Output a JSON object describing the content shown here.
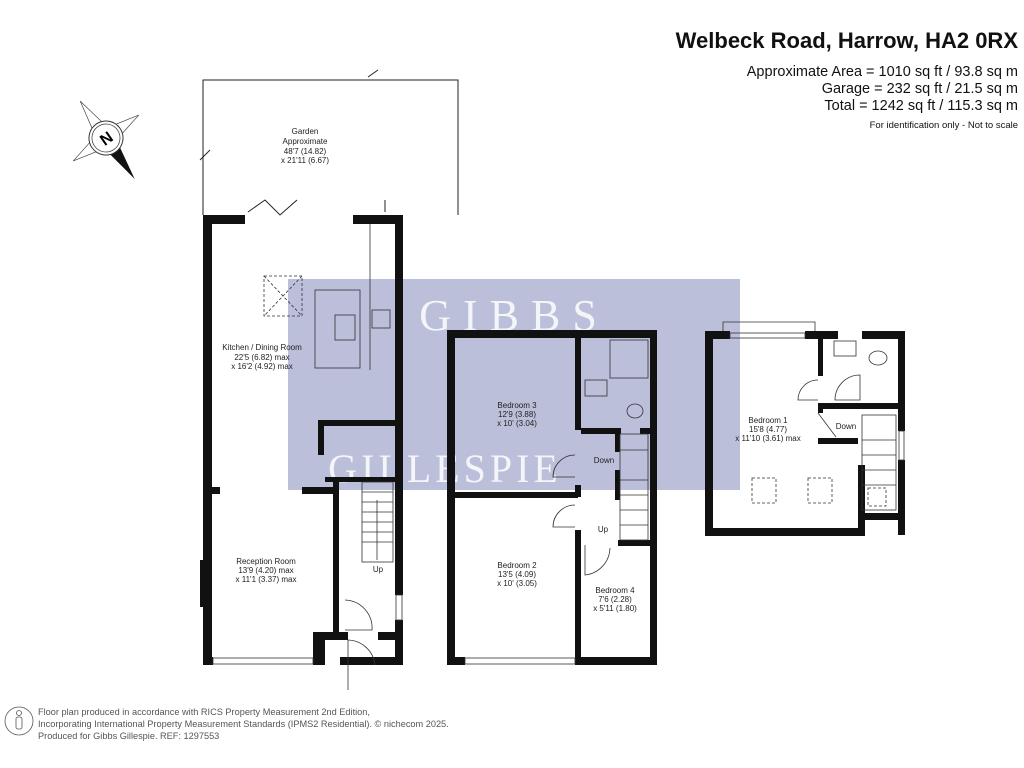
{
  "header": {
    "title": "Welbeck Road, Harrow, HA2 0RX",
    "area_main": "Approximate Area = 1010 sq ft / 93.8 sq m",
    "area_garage": "Garage = 232 sq ft / 21.5 sq m",
    "area_total": "Total = 1242 sq ft / 115.3 sq m",
    "note": "For identification only - Not to scale"
  },
  "compass": {
    "label": "N"
  },
  "watermark": {
    "line1": "GIBBS",
    "line2": "GILLESPIE",
    "color": "#aab0d0"
  },
  "rooms": {
    "garden": {
      "name": "Garden",
      "l2": "Approximate",
      "l3": "48'7 (14.82)",
      "l4": "x 21'11 (6.67)"
    },
    "kitchen": {
      "name": "Kitchen / Dining Room",
      "l2": "22'5 (6.82) max",
      "l3": "x 16'2 (4.92) max"
    },
    "reception": {
      "name": "Reception Room",
      "l2": "13'9 (4.20) max",
      "l3": "x 11'1 (3.37) max"
    },
    "bedroom3": {
      "name": "Bedroom 3",
      "l2": "12'9 (3.88)",
      "l3": "x 10' (3.04)"
    },
    "bedroom2": {
      "name": "Bedroom 2",
      "l2": "13'5 (4.09)",
      "l3": "x 10' (3.05)"
    },
    "bedroom4": {
      "name": "Bedroom 4",
      "l2": "7'6 (2.28)",
      "l3": "x 5'11 (1.80)"
    },
    "bedroom1": {
      "name": "Bedroom 1",
      "l2": "15'8 (4.77)",
      "l3": "x 11'10 (3.61) max"
    }
  },
  "stairs": {
    "up": "Up",
    "down": "Down"
  },
  "footer": {
    "line1": "Floor plan produced in accordance with RICS Property Measurement 2nd Edition,",
    "line2": "Incorporating International Property Measurement Standards (IPMS2 Residential).   © nichecom 2025.",
    "line3": "Produced for Gibbs Gillespie.   REF:  1297553"
  }
}
